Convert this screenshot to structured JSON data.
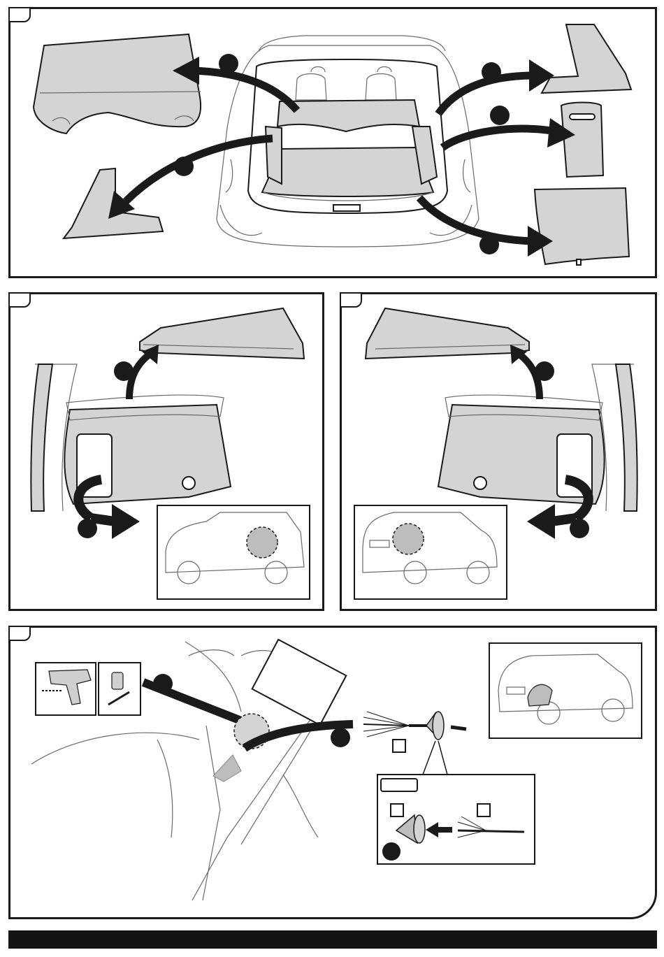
{
  "page": {
    "panels": [
      {
        "id": "panel-top"
      },
      {
        "id": "panel-middle-left"
      },
      {
        "id": "panel-middle-right"
      },
      {
        "id": "panel-bottom"
      }
    ]
  },
  "colors": {
    "part_fill": "#d4d4d4",
    "outline": "#1a1a1a",
    "sketch": "#6a6a6a",
    "footer": "#141414"
  },
  "icons": [
    "drill-icon",
    "sealant-tube-icon",
    "grommet-icon",
    "wire-harness-icon"
  ]
}
